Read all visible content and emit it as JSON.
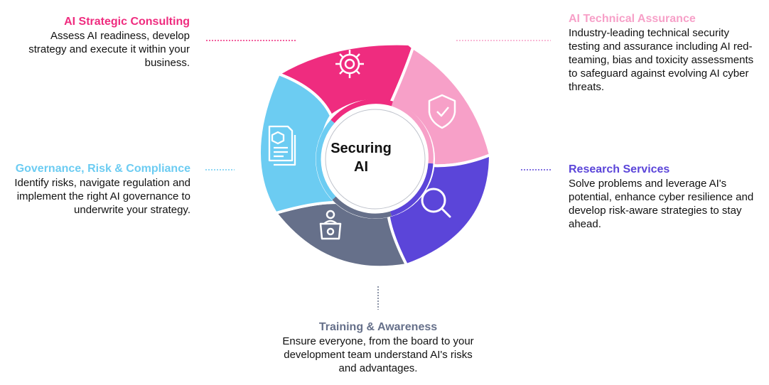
{
  "center": {
    "line1": "Securing",
    "line2": "AI"
  },
  "services": [
    {
      "id": "strategic",
      "title": "AI Strategic Consulting",
      "description": "Assess AI readiness, develop strategy and execute it within your business.",
      "color": "#ef2c7f",
      "icon": "gear-icon"
    },
    {
      "id": "technical",
      "title": "AI Technical Assurance",
      "description": "Industry-leading technical security testing and assurance including AI red-teaming, bias and toxicity assessments to safeguard against evolving AI cyber threats.",
      "color": "#f7a0c8",
      "icon": "shield-check-icon"
    },
    {
      "id": "research",
      "title": "Research Services",
      "description": "Solve problems and leverage AI's potential, enhance cyber resilience and develop risk-aware strategies to stay ahead.",
      "color": "#5b45d9",
      "icon": "magnifier-icon"
    },
    {
      "id": "training",
      "title": "Training & Awareness",
      "description": "Ensure everyone, from the board to your development team understand AI's risks and advantages.",
      "color": "#66708a",
      "icon": "presenter-icon"
    },
    {
      "id": "governance",
      "title": "Governance, Risk & Compliance",
      "description": "Identify risks, navigate regulation and implement the right AI governance to underwrite your strategy.",
      "color": "#6cccf2",
      "icon": "document-icon"
    }
  ]
}
